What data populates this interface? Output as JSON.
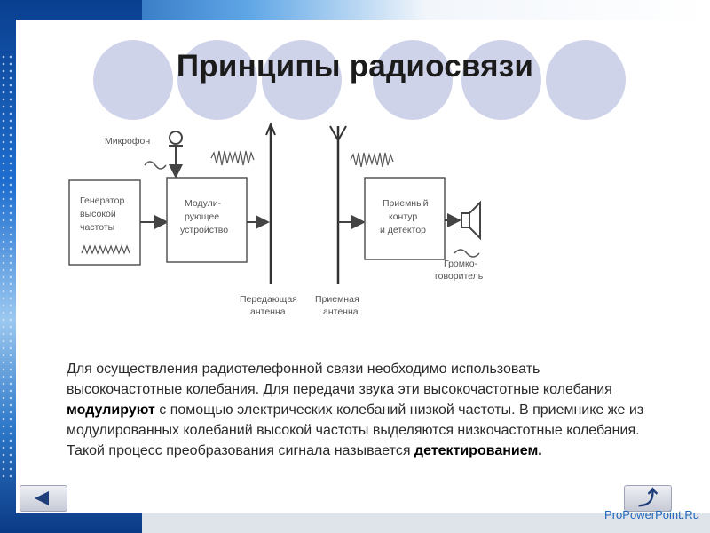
{
  "slide": {
    "title": "Принципы радиосвязи",
    "brand": "ProPowerPoint.Ru",
    "return_icon": "⤴"
  },
  "diagram": {
    "microphone": "Микрофон",
    "generator": [
      "Генератор",
      "высокой",
      "частоты"
    ],
    "modulator": [
      "Модули-",
      "рующее",
      "устройство"
    ],
    "receiver": [
      "Приемный",
      "контур",
      "и детектор"
    ],
    "speaker": [
      "Громко-",
      "говоритель"
    ],
    "tx_antenna": [
      "Передающая",
      "антенна"
    ],
    "rx_antenna": [
      "Приемная",
      "антенна"
    ]
  },
  "text": {
    "p1": "Для осуществления радиотелефонной связи необходимо использовать высокочастотные колебания. Для передачи звука эти высокочастотные колебания ",
    "b1": "модулируют",
    "p2": " с помощью электрических колебаний низкой частоты. В приемнике же из модулированных колебаний высокой частоты выделяются низкочастотные колебания. Такой процесс преобразования сигнала называется ",
    "b2": "детектированием."
  },
  "nav": {
    "prev_icon": "arrow-left-icon",
    "return_icon": "return-icon"
  }
}
